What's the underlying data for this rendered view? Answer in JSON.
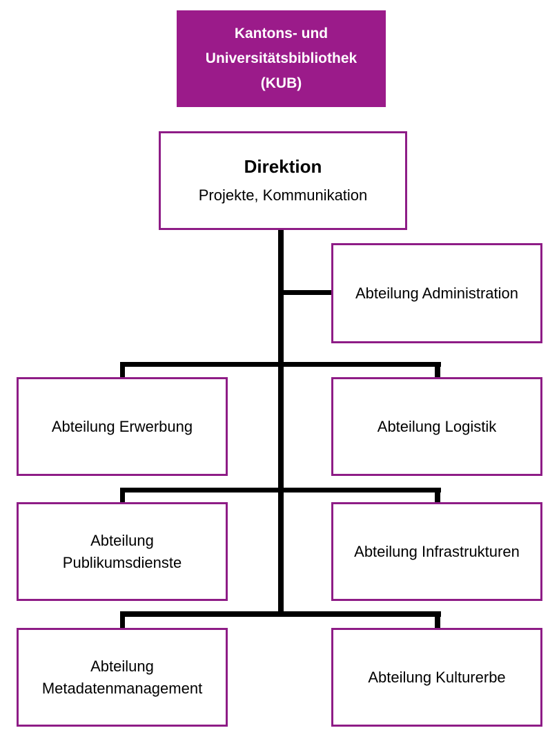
{
  "organization": {
    "title": "Kantons- und\nUniversitätsbibliothek\n(KUB)",
    "title_lines": [
      "Kantons- und",
      "Universitätsbibliothek",
      "(KUB)"
    ],
    "accent_color": "#9b1b8a"
  },
  "direction": {
    "title": "Direktion",
    "subtitle": "Projekte, Kommunikation"
  },
  "staff_unit": {
    "label": "Abteilung Administration"
  },
  "departments": [
    {
      "row": 1,
      "side": "left",
      "label": "Abteilung Erwerbung"
    },
    {
      "row": 1,
      "side": "right",
      "label": "Abteilung Logistik"
    },
    {
      "row": 2,
      "side": "left",
      "label": "Abteilung\nPublikumsdienste"
    },
    {
      "row": 2,
      "side": "right",
      "label": "Abteilung Infrastrukturen"
    },
    {
      "row": 3,
      "side": "left",
      "label": "Abteilung\nMetadatenmanagement"
    },
    {
      "row": 3,
      "side": "right",
      "label": "Abteilung Kulturerbe"
    }
  ],
  "colors": {
    "box_border": "#8e1c86",
    "connector": "#000000"
  }
}
